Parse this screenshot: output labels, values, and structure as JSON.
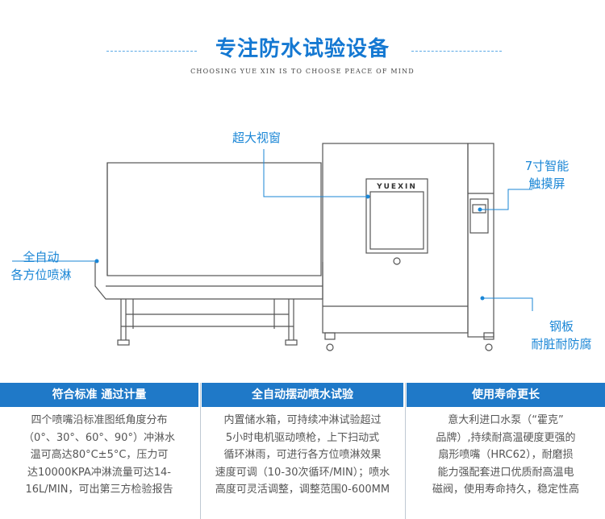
{
  "header": {
    "title": "专注防水试验设备",
    "subtitle": "CHOOSING YUE XIN IS TO CHOOSE PEACE OF MIND"
  },
  "diagram": {
    "brand": "YUEXIN",
    "callouts": {
      "big_window": "超大视窗",
      "touch_screen_1": "7寸智能",
      "touch_screen_2": "触摸屏",
      "auto_spray_1": "全自动",
      "auto_spray_2": "各方位喷淋",
      "steel_1": "钢板",
      "steel_2": "耐脏耐防腐"
    }
  },
  "features": [
    {
      "heading": "符合标准 通过计量",
      "lines": [
        "四个喷嘴沿标准图纸角度分布",
        "（0°、30°、60°、90°）冲淋水",
        "温可高达80°C±5°C，压力可",
        "达10000KPA冲淋流量可达14-",
        "16L/MIN，可出第三方检验报告"
      ]
    },
    {
      "heading": "全自动摆动喷水试验",
      "lines": [
        "内置储水箱，可持续冲淋试验超过",
        "5小时电机驱动喷枪，上下扫动式",
        "循环淋雨，可进行各方位喷淋效果",
        "速度可调（10-30次循环/MIN）；喷水",
        "高度可灵活调整，调整范围0-600MM"
      ]
    },
    {
      "heading": "使用寿命更长",
      "lines": [
        "意大利进口水泵（“霍克”",
        "品牌）,持续耐高温硬度更强的",
        "扇形喷嘴（HRC62），耐磨损",
        "能力强配套进口优质耐高温电",
        "磁阀，使用寿命持久，稳定性高"
      ]
    }
  ],
  "colors": {
    "accent": "#1478d2",
    "header_bg": "#1f79c8",
    "callout": "#1a86d6"
  }
}
